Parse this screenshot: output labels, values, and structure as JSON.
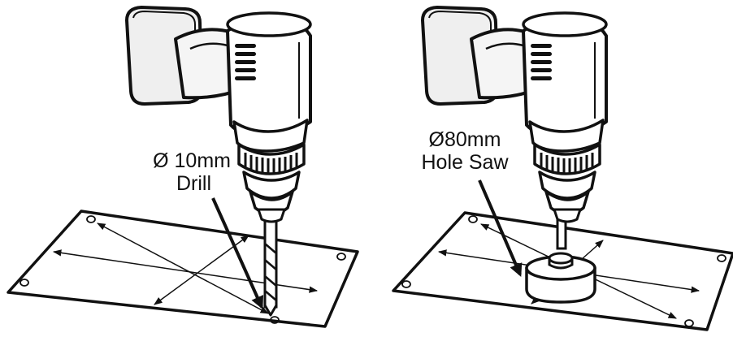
{
  "panels": [
    {
      "id": "drill",
      "label_line1": "Ø 10mm",
      "label_line2": "Drill"
    },
    {
      "id": "hole-saw",
      "label_line1": "Ø80mm",
      "label_line2": "Hole Saw"
    }
  ],
  "colors": {
    "stroke": "#111111",
    "fill_light": "#f2f2f2",
    "fill_mid": "#e6e6e6",
    "background": "#ffffff"
  },
  "icons": {
    "tool": "cordless-drill-icon",
    "plate": "mounting-plate-icon"
  }
}
